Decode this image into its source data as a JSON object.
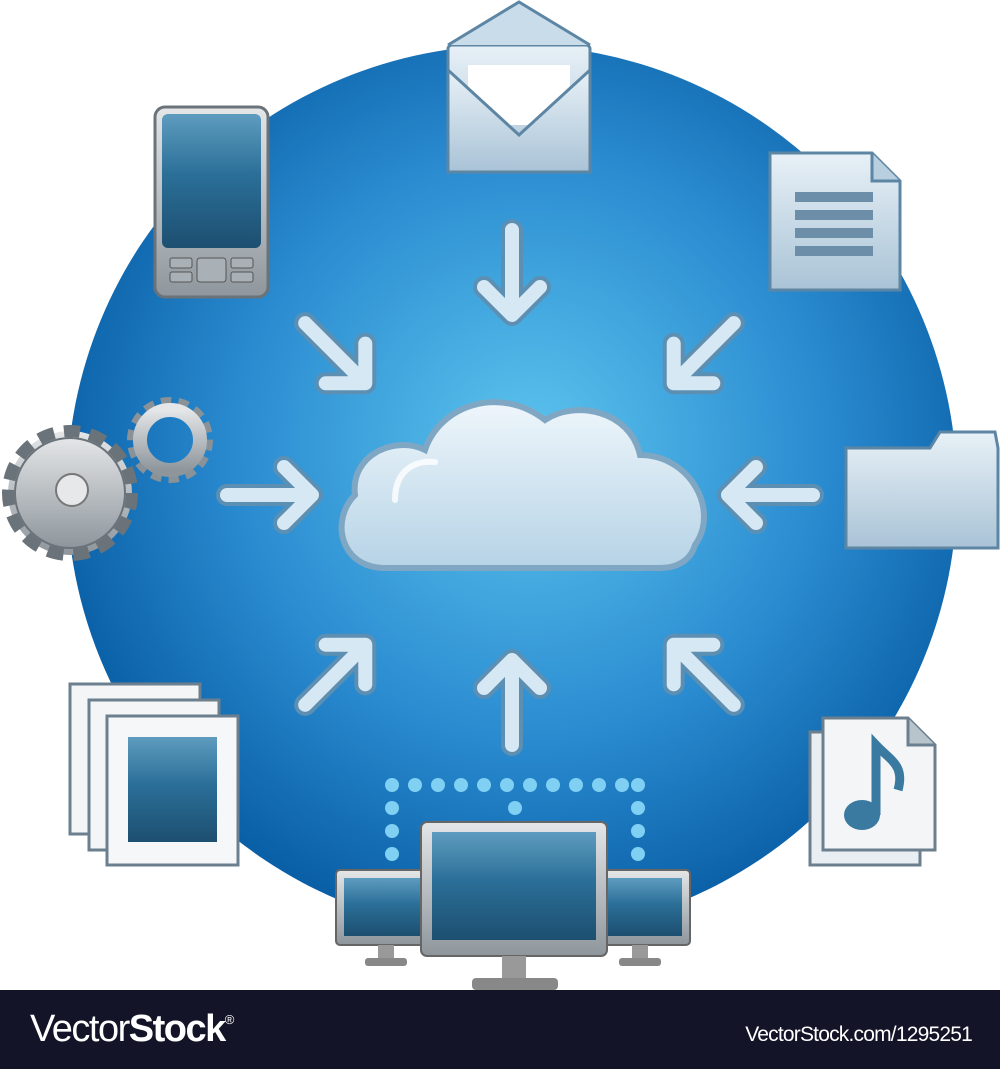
{
  "watermark": {
    "logo_light": "Vector",
    "logo_bold": "Stock",
    "logo_mark": "®",
    "reference": "VectorStock.com/1295251"
  },
  "colors": {
    "circle_center": "#5cc4ee",
    "circle_edge": "#0a5fa6",
    "icon_fill": "#cfe0ec",
    "bar_background": "#131427"
  },
  "icons": [
    "mobile-phone-icon",
    "envelope-icon",
    "document-icon",
    "folder-icon",
    "music-file-icon",
    "monitors-network-icon",
    "photos-icon",
    "gears-icon",
    "cloud-icon"
  ]
}
